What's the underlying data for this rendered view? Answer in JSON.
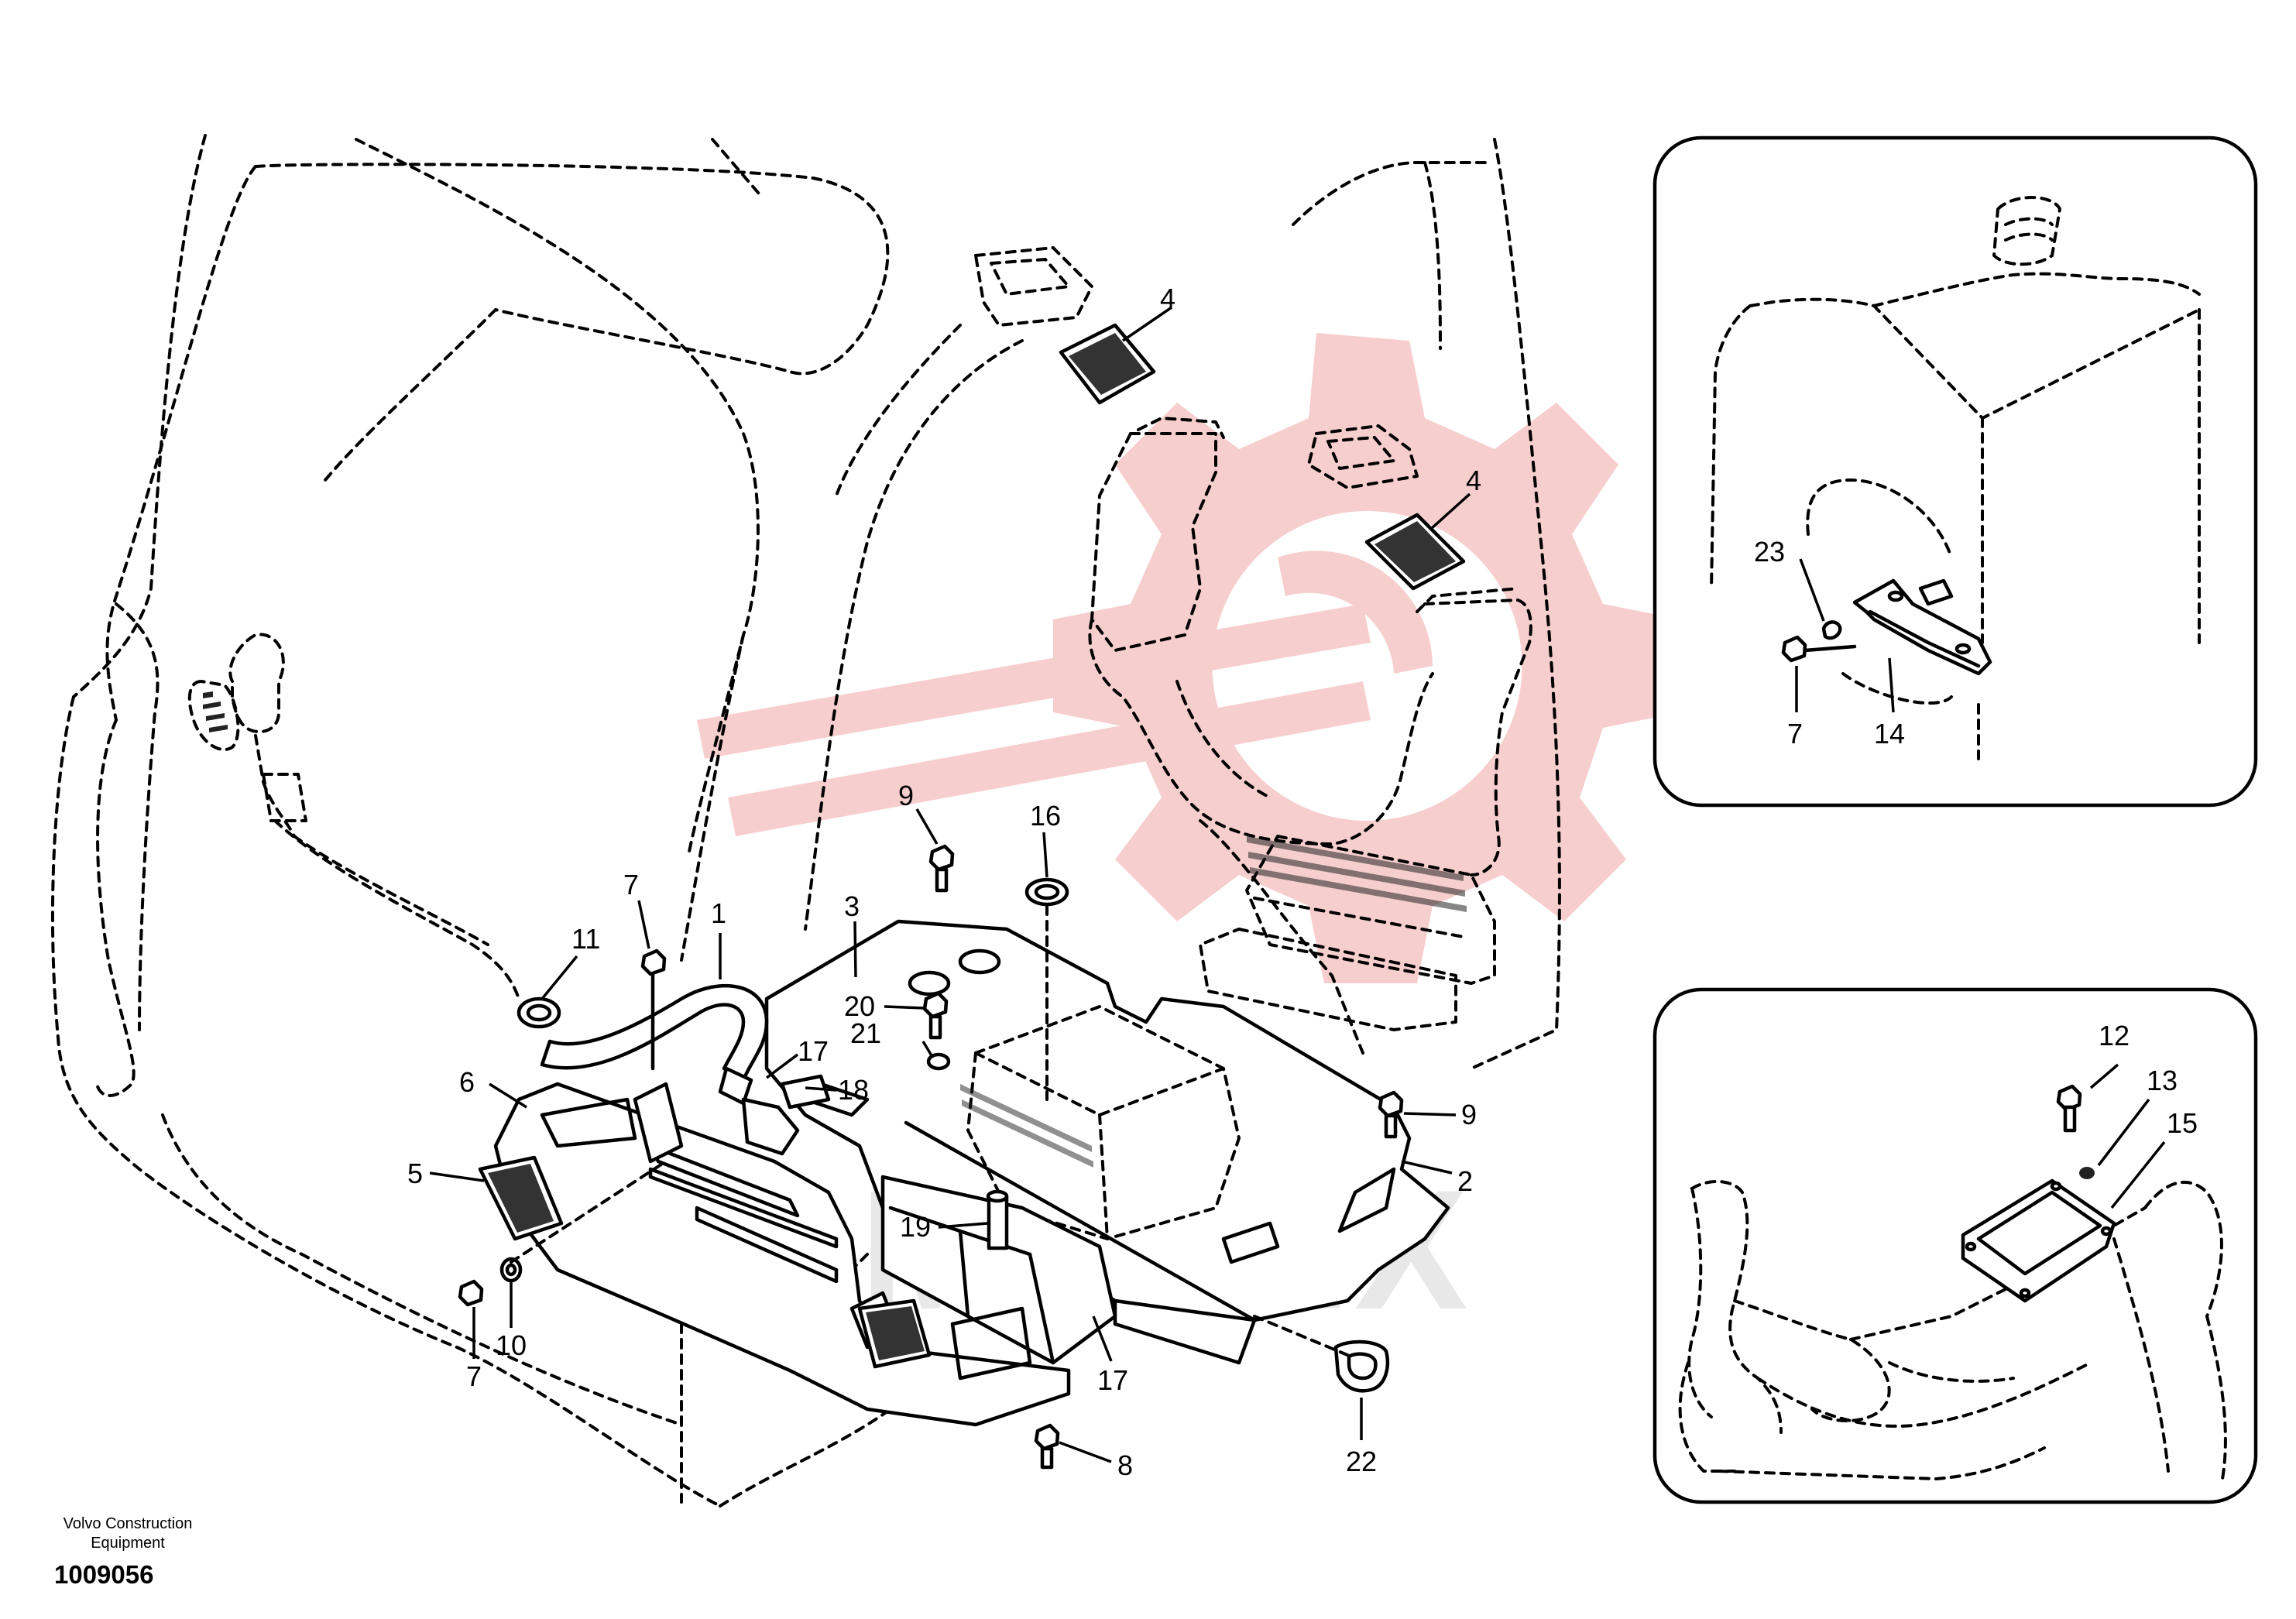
{
  "diagram": {
    "part_labels": {
      "p1": "1",
      "p2": "2",
      "p3": "3",
      "p4a": "4",
      "p4b": "4",
      "p5": "5",
      "p6": "6",
      "p7a": "7",
      "p7b": "7",
      "p7c": "7",
      "p8": "8",
      "p9a": "9",
      "p9b": "9",
      "p10": "10",
      "p11": "11",
      "p12": "12",
      "p13": "13",
      "p14": "14",
      "p15": "15",
      "p16": "16",
      "p17a": "17",
      "p17b": "17",
      "p18": "18",
      "p19": "19",
      "p20": "20",
      "p21": "21",
      "p22": "22",
      "p23": "23"
    },
    "watermark_text": "MFTEX"
  },
  "footer": {
    "company_line1": "Volvo Construction",
    "company_line2": "Equipment",
    "drawing_number": "1009056"
  },
  "colors": {
    "line": "#000000",
    "watermark": "#f6c9c9",
    "background": "#ffffff"
  }
}
